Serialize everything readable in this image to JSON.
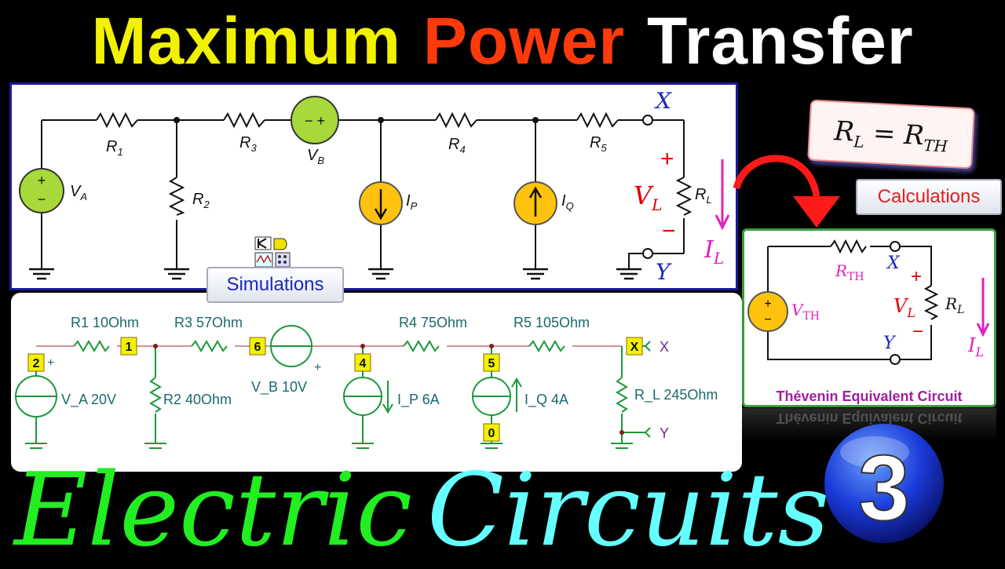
{
  "title": {
    "word1": "Maximum",
    "word1_color": "#f2f200",
    "word2": "Power",
    "word2_color": "#ff3a0a",
    "word3": "Transfer",
    "word3_color": "#ffffff"
  },
  "formula": "R",
  "formula_text": {
    "lhs": "R",
    "lhs_sub": "L",
    "eq": " = ",
    "rhs": "R",
    "rhs_sub": "TH"
  },
  "badges": {
    "calculations": "Calculations",
    "simulations": "Simulations"
  },
  "top_circuit": {
    "labels": {
      "r1": "R",
      "r1_sub": "1",
      "r2": "R",
      "r2_sub": "2",
      "r3": "R",
      "r3_sub": "3",
      "r4": "R",
      "r4_sub": "4",
      "r5": "R",
      "r5_sub": "5",
      "rl": "R",
      "rl_sub": "L",
      "va": "V",
      "va_sub": "A",
      "vb": "V",
      "vb_sub": "B",
      "ip": "I",
      "ip_sub": "P",
      "iq": "I",
      "iq_sub": "Q",
      "vl": "V",
      "vl_sub": "L",
      "il": "I",
      "il_sub": "L",
      "x": "X",
      "y": "Y",
      "plus": "+",
      "minus": "−"
    }
  },
  "sim_circuit": {
    "r1": "R1 10Ohm",
    "r3": "R3 57Ohm",
    "r4": "R4 75Ohm",
    "r5": "R5 105Ohm",
    "r2": "R2 40Ohm",
    "va": "V_A 20V",
    "vb": "V_B 10V",
    "ip": "I_P 6A",
    "iq": "I_Q 4A",
    "rl": "R_L 245Ohm",
    "nodes": [
      "2",
      "1",
      "6",
      "4",
      "5",
      "X",
      "0"
    ],
    "x": "X",
    "y": "Y",
    "plus": "+"
  },
  "thevenin": {
    "caption": "Thévenin Equivalent Circuit",
    "rth": "R",
    "rth_sub": "TH",
    "vth": "V",
    "vth_sub": "TH",
    "rl": "R",
    "rl_sub": "L",
    "vl": "V",
    "vl_sub": "L",
    "il": "I",
    "il_sub": "L",
    "x": "X",
    "y": "Y"
  },
  "bottom": {
    "word1": "Electric",
    "word2": "Circuits",
    "episode": "3"
  },
  "colors": {
    "source_green": "#a8d83a",
    "source_orange": "#ffc20e",
    "sim_green": "#1a9a3a",
    "label_red": "#e00000",
    "label_magenta": "#e020c0",
    "label_blue": "#1a2ab8"
  }
}
